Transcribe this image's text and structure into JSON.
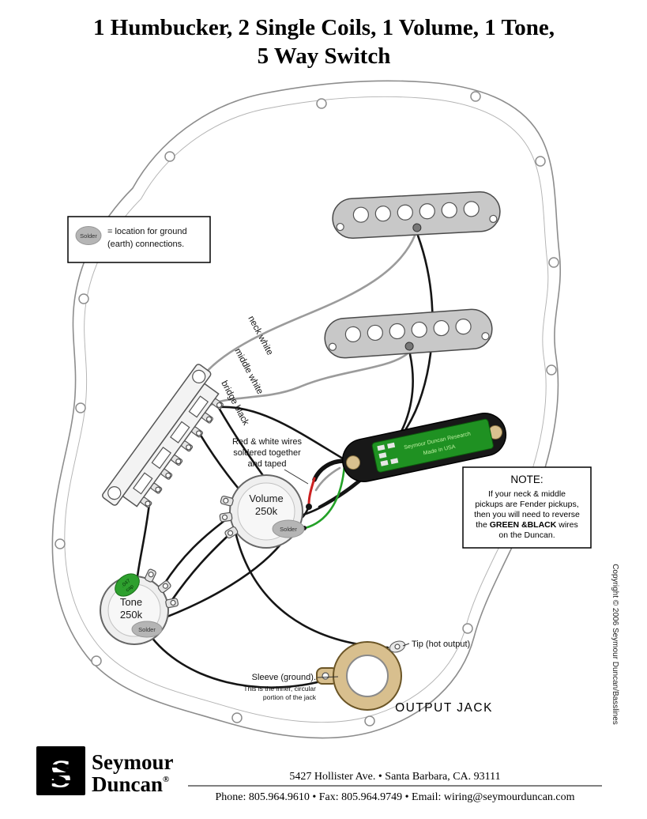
{
  "title": {
    "line1": "1 Humbucker, 2 Single Coils, 1 Volume, 1 Tone,",
    "line2": "5 Way Switch"
  },
  "legend": {
    "solder": "Solder",
    "line1": "= location for ground",
    "line2": "(earth) connections."
  },
  "wire_labels": {
    "neck": "neck white",
    "middle": "middle white",
    "bridge": "bridge black"
  },
  "annotation_taped": {
    "line1": "Red & white wires",
    "line2": "soldered together",
    "line3": "and taped"
  },
  "humbucker": {
    "line1": "Seymour Duncan Research",
    "line2": "Made in USA"
  },
  "volume_pot": {
    "name": "Volume",
    "value": "250k",
    "solder": "Solder"
  },
  "tone_pot": {
    "name": "Tone",
    "value": "250k",
    "solder": "Solder",
    "cap_value": ".047",
    "cap_word": "cap"
  },
  "note": {
    "title": "NOTE:",
    "line1": "If your neck & middle",
    "line2": "pickups are Fender pickups,",
    "line3": "then you will need to reverse",
    "line4_pre": "the ",
    "line4_bold": "GREEN &BLACK",
    "line4_post": " wires",
    "line5": "on the Duncan."
  },
  "jack": {
    "tip": "Tip (hot output)",
    "sleeve1": "Sleeve (ground).",
    "sleeve2": "This is the inner, circular",
    "sleeve3": "portion of the jack",
    "label": "OUTPUT JACK"
  },
  "copyright": "Copyright © 2006 Seymour Duncan/Basslines",
  "footer": {
    "brand1": "Seymour",
    "brand2": "Duncan",
    "reg": "®",
    "address": "5427 Hollister Ave.  •  Santa Barbara, CA. 93111",
    "contact": "Phone: 805.964.9610  •  Fax: 805.964.9749  •  Email: wiring@seymourduncan.com"
  },
  "colors": {
    "wire_black": "#151515",
    "wire_white": "#9b9b9b",
    "wire_red": "#cc2222",
    "wire_green": "#23a127",
    "pcb_green": "#1f9122",
    "jack_tan": "#d8bf8e",
    "solder_gray": "#b5b5b5"
  }
}
